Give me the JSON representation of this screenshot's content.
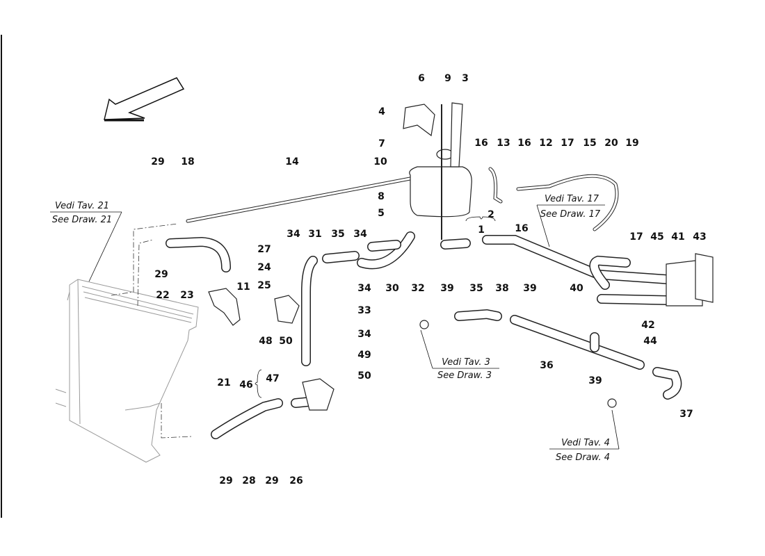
{
  "diagram": {
    "references": [
      {
        "it": "Vedi Tav. 21",
        "en": "See Draw. 21"
      },
      {
        "it": "Vedi Tav. 17",
        "en": "See Draw. 17"
      },
      {
        "it": "Vedi Tav. 3",
        "en": "See Draw. 3"
      },
      {
        "it": "Vedi Tav. 4",
        "en": "See Draw. 4"
      }
    ],
    "labels": [
      "6",
      "9",
      "3",
      "4",
      "7",
      "10",
      "8",
      "5",
      "2",
      "1",
      "16",
      "13",
      "16",
      "12",
      "17",
      "15",
      "20",
      "19",
      "16",
      "17",
      "45",
      "41",
      "43",
      "14",
      "29",
      "18",
      "27",
      "29",
      "24",
      "25",
      "11",
      "22",
      "23",
      "21",
      "34",
      "31",
      "35",
      "34",
      "34",
      "30",
      "32",
      "35",
      "39",
      "38",
      "39",
      "40",
      "33",
      "34",
      "49",
      "50",
      "48",
      "50",
      "46",
      "47",
      "42",
      "44",
      "36",
      "39",
      "37",
      "29",
      "28",
      "29",
      "26"
    ],
    "direction_arrow": "arrow-down-left-icon"
  }
}
